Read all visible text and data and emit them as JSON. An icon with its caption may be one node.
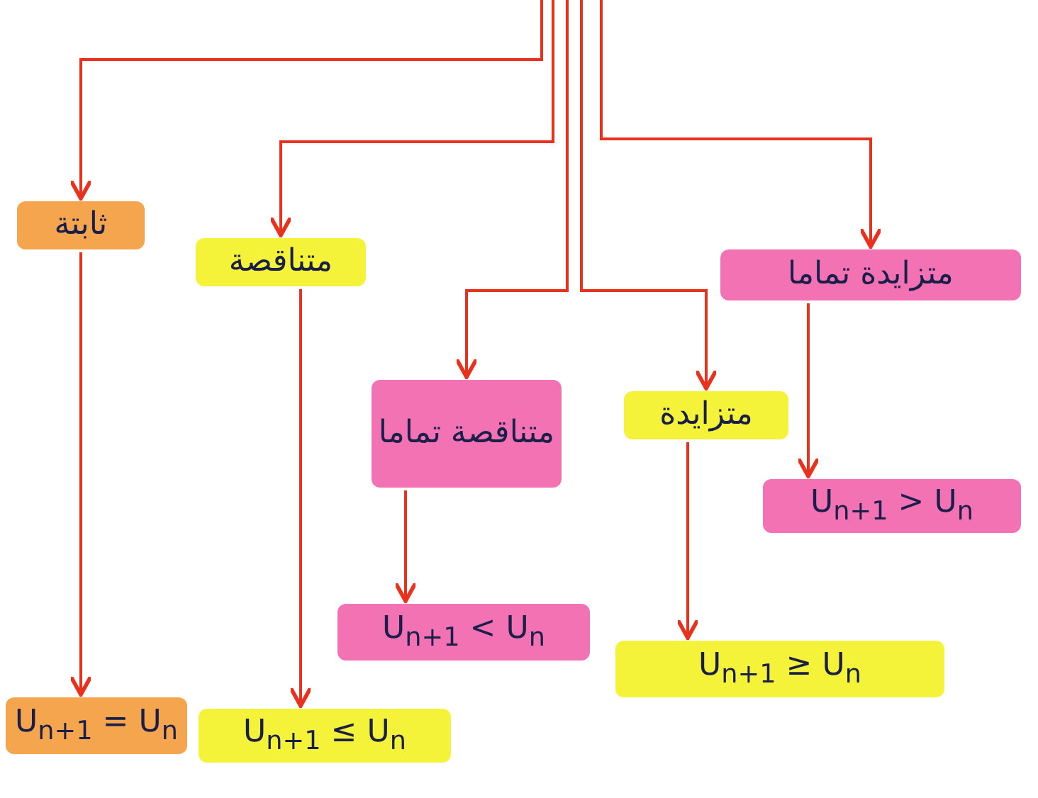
{
  "diagram": {
    "nodes": [
      {
        "text": [
          "ثابتة"
        ]
      },
      {
        "text": [
          "متناقصة"
        ]
      },
      {
        "text": [
          "متزايدة تماما"
        ]
      },
      {
        "text": [
          "متناقصة تماما"
        ]
      },
      {
        "text": [
          "متزايدة"
        ]
      },
      {
        "text": [
          "U$_{n+1}$ > U$_{n}$"
        ]
      },
      {
        "text": [
          "U$_{n+1}$ < U$_{n}$"
        ]
      },
      {
        "text": [
          "U$_{n+1}$ ≥ U$_{n}$"
        ]
      },
      {
        "text": [
          "U$_{n+1}$ = U$_{n}$"
        ]
      },
      {
        "text": [
          "U$_{n+1}$ ≤ U$_{n}$"
        ]
      }
    ],
    "edges": [
      {
        "from": null,
        "to": 0,
        "arrow": "to"
      },
      {
        "from": null,
        "to": 1,
        "arrow": "to"
      },
      {
        "from": null,
        "to": 3,
        "arrow": "to"
      },
      {
        "from": null,
        "to": 4,
        "arrow": "to"
      },
      {
        "from": null,
        "to": 2,
        "arrow": "to"
      },
      {
        "from": 0,
        "to": 8,
        "arrow": "to"
      },
      {
        "from": 1,
        "to": 9,
        "arrow": "to"
      },
      {
        "from": 3,
        "to": 6,
        "arrow": "to"
      },
      {
        "from": 4,
        "to": 7,
        "arrow": "to"
      },
      {
        "from": 2,
        "to": 5,
        "arrow": "to"
      }
    ]
  }
}
